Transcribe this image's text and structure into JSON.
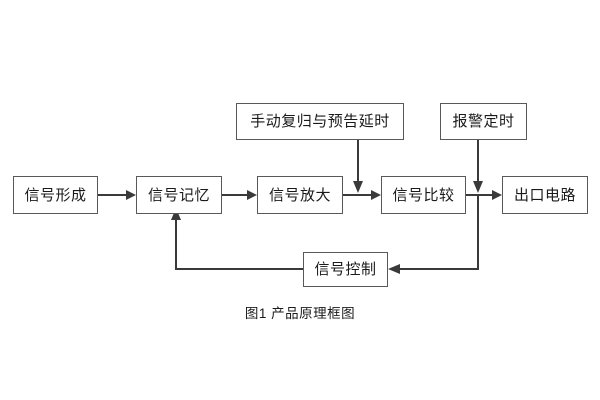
{
  "figure": {
    "caption": "图1 产品原理框图",
    "line_color": "#3a3a3a",
    "box_border_color": "#58595b",
    "background": "#ffffff",
    "text_color": "#1a1a1a"
  },
  "nodes": [
    {
      "id": "signal-formation",
      "label": "信号形成"
    },
    {
      "id": "signal-memory",
      "label": "信号记忆"
    },
    {
      "id": "signal-amplify",
      "label": "信号放大"
    },
    {
      "id": "signal-compare",
      "label": "信号比较"
    },
    {
      "id": "output-circuit",
      "label": "出口电路"
    },
    {
      "id": "manual-reset-delay",
      "label": "手动复归与预告延时"
    },
    {
      "id": "alarm-timer",
      "label": "报警定时"
    },
    {
      "id": "signal-control",
      "label": "信号控制"
    }
  ],
  "edges": [
    {
      "from": "信号形成",
      "to": "信号记忆",
      "direction": "right"
    },
    {
      "from": "信号记忆",
      "to": "信号放大",
      "direction": "right"
    },
    {
      "from": "信号放大",
      "to": "信号比较",
      "direction": "right"
    },
    {
      "from": "信号比较",
      "to": "出口电路",
      "direction": "right"
    },
    {
      "from": "手动复归与预告延时",
      "to": "信号比较",
      "direction": "down"
    },
    {
      "from": "报警定时",
      "to": "出口电路",
      "direction": "down"
    },
    {
      "from": "报警定时",
      "to": "信号控制",
      "direction": "down-left"
    },
    {
      "from": "信号控制",
      "to": "信号记忆",
      "direction": "left-up"
    }
  ]
}
